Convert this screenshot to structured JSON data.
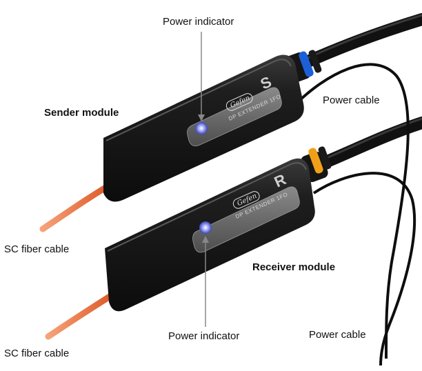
{
  "labels": {
    "power_indicator_top": "Power indicator",
    "sender_module": "Sender module",
    "power_cable_top": "Power cable",
    "sc_fiber_cable_top": "SC fiber cable",
    "receiver_module": "Receiver module",
    "power_indicator_bottom": "Power indicator",
    "power_cable_bottom": "Power cable",
    "sc_fiber_cable_bottom": "SC fiber cable"
  },
  "sender": {
    "brand": "Gefen",
    "product": "DP EXTENDER 1FO",
    "letter": "S"
  },
  "receiver": {
    "brand": "Gefen",
    "product": "DP EXTENDER 1FO",
    "letter": "R"
  },
  "colors": {
    "sender_ring": "#1d5fd6",
    "receiver_ring": "#f0a018",
    "fiber": "#e4602a",
    "led": "#6f7cff"
  }
}
